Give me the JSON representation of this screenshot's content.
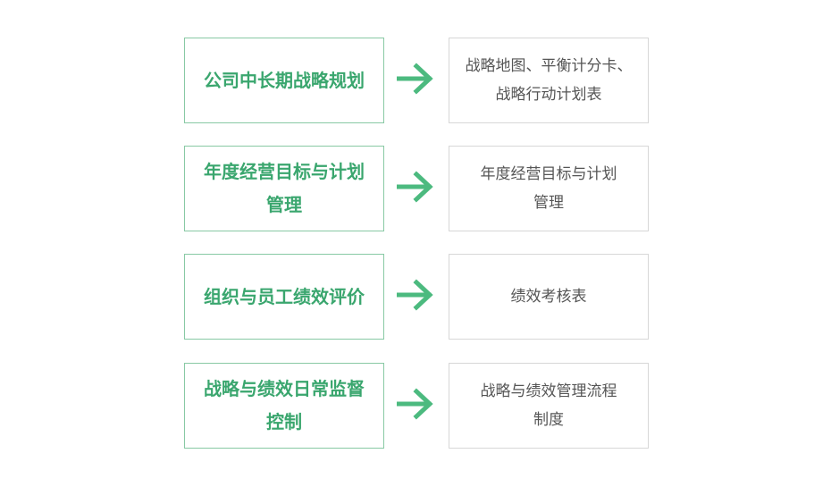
{
  "rows": [
    {
      "left_text": "公司中长期战略规划",
      "right_lines": [
        "战略地图、平衡计分卡、",
        "战略行动计划表"
      ]
    },
    {
      "left_lines": [
        "年度经营目标与计划",
        "管理"
      ],
      "right_lines": [
        "年度经营目标与计划",
        "管理"
      ]
    },
    {
      "left_text": "组织与员工绩效评价",
      "right_text": "绩效考核表"
    },
    {
      "left_lines": [
        "战略与绩效日常监督",
        "控制"
      ],
      "right_lines": [
        "战略与绩效管理流程",
        "制度"
      ]
    }
  ],
  "colors": {
    "accent_green": "#3aa66e",
    "left_border": "#88c9a4",
    "right_border": "#d7d7d7",
    "right_text": "#555555"
  },
  "icons": {
    "connector": "arrow-right-icon"
  }
}
